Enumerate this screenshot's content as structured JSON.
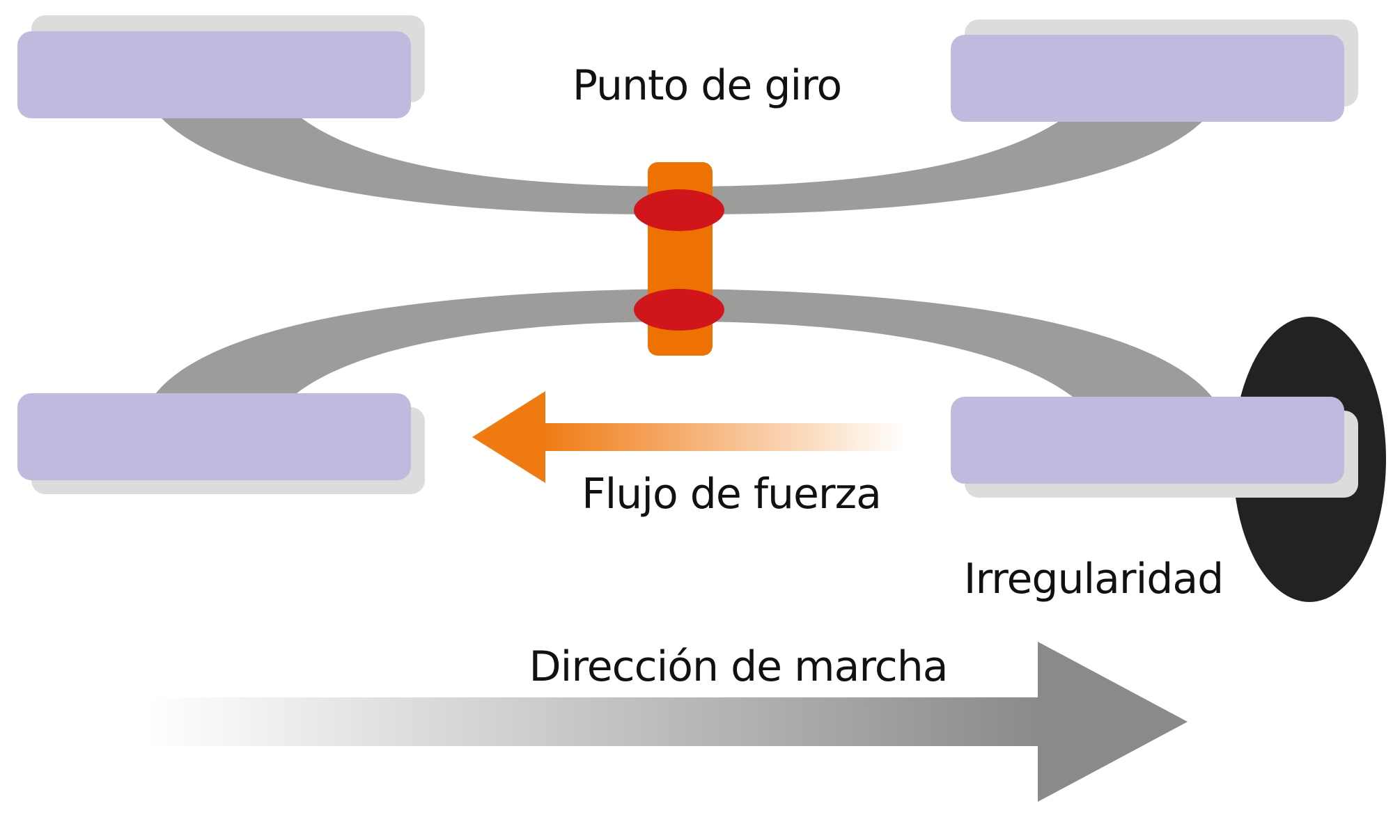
{
  "labels": {
    "pivot": "Punto de giro",
    "force_flow": "Flujo de fuerza",
    "irregularity": "Irregularidad",
    "direction": "Dirección de marcha"
  },
  "colors": {
    "wheel": "#bfbbdf",
    "wheel_shadow": "#dcdcdc",
    "axle": "#9c9c9b",
    "pivot_bar": "#ee7203",
    "pivot_joint": "#d0161a",
    "force_arrow": "#ef7a12",
    "direction_arrow": "#8a8a8a",
    "obstacle": "#222222",
    "text": "#111111"
  },
  "icons": {
    "wheels": "wheel-block",
    "obstacle": "bump-icon",
    "force": "arrow-left-icon",
    "direction": "arrow-right-icon"
  }
}
